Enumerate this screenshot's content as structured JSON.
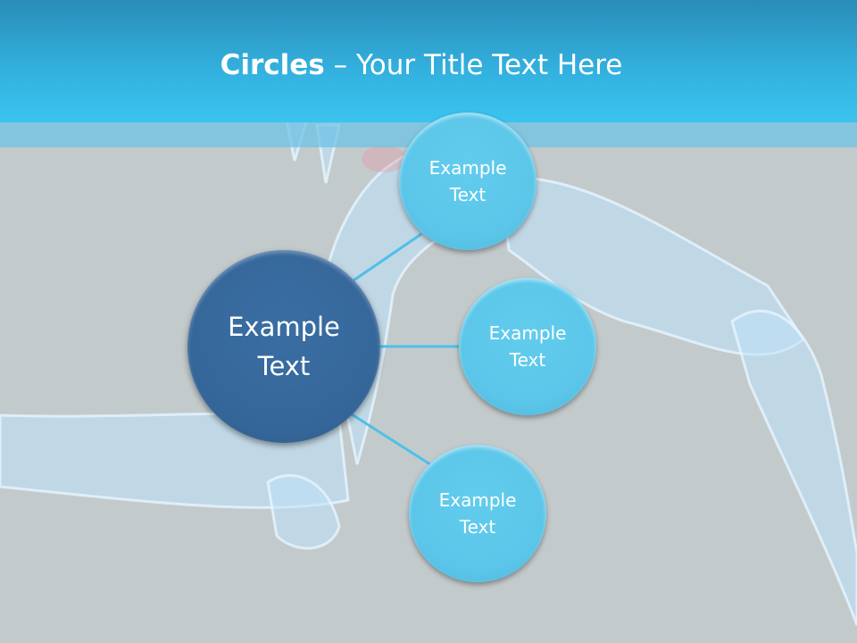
{
  "slide": {
    "title_bold": "Circles",
    "title_rest": " – Your Title Text Here"
  },
  "diagram": {
    "center": {
      "line1": "Example",
      "line2": "Text"
    },
    "nodes": [
      {
        "line1": "Example",
        "line2": "Text"
      },
      {
        "line1": "Example",
        "line2": "Text"
      },
      {
        "line1": "Example",
        "line2": "Text"
      }
    ]
  },
  "colors": {
    "header": "#33b2e0",
    "center_circle": "#356699",
    "node_circle": "#5bc6e9",
    "connector": "#4fc0e6",
    "background": "#c3cacc"
  }
}
